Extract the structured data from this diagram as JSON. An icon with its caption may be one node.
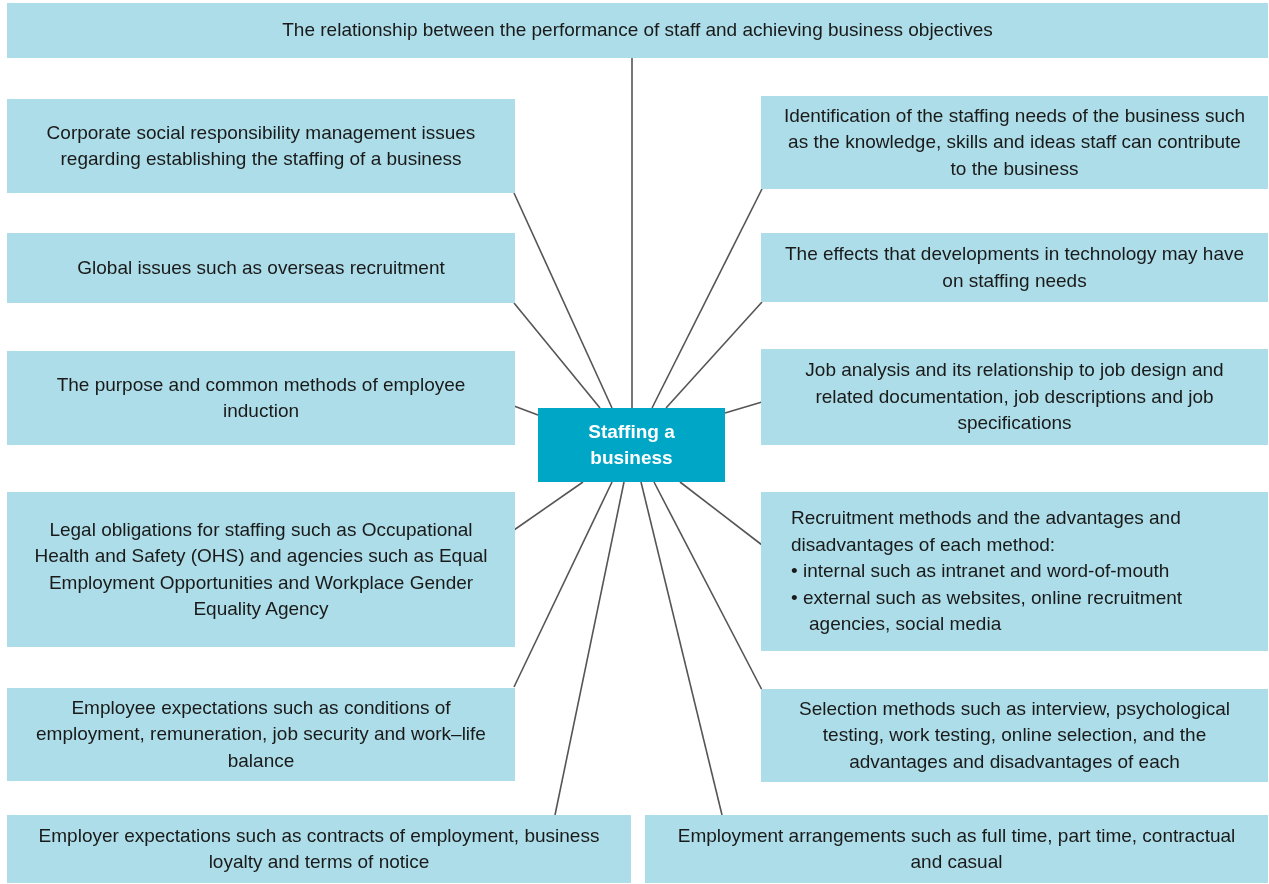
{
  "diagram": {
    "nodes": [
      {
        "text": [
          "Staffing a business"
        ]
      },
      {
        "text": [
          "The relationship between the performance of staff and achieving business objectives"
        ]
      },
      {
        "text": [
          "Corporate social responsibility management issues regarding establishing the staffing of a business"
        ]
      },
      {
        "text": [
          "Identification of the staffing needs of the business such as the knowledge, skills and ideas staff can contribute to the business"
        ]
      },
      {
        "text": [
          "Global issues such as overseas recruitment"
        ]
      },
      {
        "text": [
          "The effects that developments in technology may have on staffing needs"
        ]
      },
      {
        "text": [
          "The purpose and common methods of employee induction"
        ]
      },
      {
        "text": [
          "Job analysis and its relationship to job design and related documentation, job descriptions and job specifications"
        ]
      },
      {
        "text": [
          "Legal obligations for staffing such as Occupational Health and Safety (OHS) and agencies such as Equal Employment Opportunities and Workplace Gender Equality Agency"
        ]
      },
      {
        "text": [
          "Recruitment methods and the advantages and disadvantages of each method:",
          "• internal such as intranet and word-of-mouth",
          "• external such as websites, online recruitment agencies, social media"
        ]
      },
      {
        "text": [
          "Employee expectations such as conditions of employment, remuneration, job security and work–life balance"
        ]
      },
      {
        "text": [
          "Selection methods such as interview, psychological testing, work testing, online selection, and the advantages and disadvantages of each"
        ]
      },
      {
        "text": [
          "Employer expectations such as contracts of employment, business loyalty and terms of notice"
        ]
      },
      {
        "text": [
          "Employment arrangements such as full time, part time, contractual and casual"
        ]
      }
    ],
    "edges": [
      {
        "from": 0,
        "to": 1,
        "arrow": "none"
      },
      {
        "from": 0,
        "to": 2,
        "arrow": "none"
      },
      {
        "from": 0,
        "to": 3,
        "arrow": "none"
      },
      {
        "from": 0,
        "to": 4,
        "arrow": "none"
      },
      {
        "from": 0,
        "to": 5,
        "arrow": "none"
      },
      {
        "from": 0,
        "to": 6,
        "arrow": "none"
      },
      {
        "from": 0,
        "to": 7,
        "arrow": "none"
      },
      {
        "from": 0,
        "to": 8,
        "arrow": "none"
      },
      {
        "from": 0,
        "to": 9,
        "arrow": "none"
      },
      {
        "from": 0,
        "to": 10,
        "arrow": "none"
      },
      {
        "from": 0,
        "to": 11,
        "arrow": "none"
      },
      {
        "from": 0,
        "to": 12,
        "arrow": "none"
      },
      {
        "from": 0,
        "to": 13,
        "arrow": "none"
      }
    ]
  }
}
